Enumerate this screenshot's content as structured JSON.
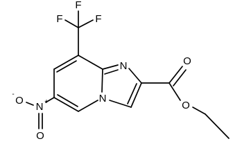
{
  "atoms": {
    "f_top": "F",
    "f_left": "F",
    "f_right": "F",
    "n_imine": "N",
    "n_bridge": "N",
    "n_nitro": "N",
    "n_nitro_charge": "+",
    "o_nitro_minus": "O",
    "o_nitro_minus_charge": "-",
    "o_nitro_double": "O",
    "o_carbonyl": "O",
    "o_ester": "O"
  }
}
